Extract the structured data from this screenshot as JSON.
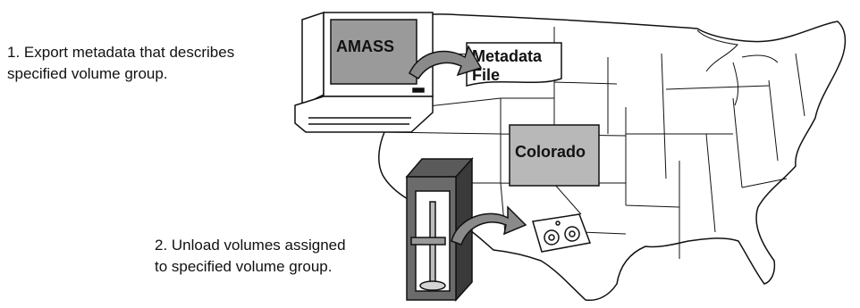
{
  "step1": {
    "line1": "1. Export metadata that describes",
    "line2": "specified volume group."
  },
  "step2": {
    "line1": "2. Unload volumes assigned",
    "line2": "to specified volume group."
  },
  "computer": {
    "screen_label": "AMASS"
  },
  "metadata": {
    "line1": "Metadata",
    "line2": "File"
  },
  "state": {
    "label": "Colorado"
  }
}
